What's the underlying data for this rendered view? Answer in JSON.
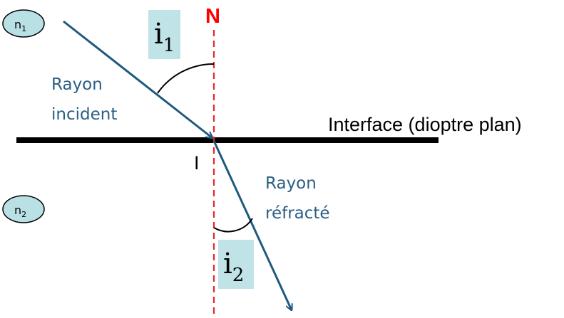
{
  "labels": {
    "normal": "N",
    "incident_ray_line1": "Rayon",
    "incident_ray_line2": "incident",
    "refracted_ray_line1": "Rayon",
    "refracted_ray_line2": "réfracté",
    "interface": "Interface (dioptre plan)",
    "point": "I",
    "angle_incidence": "i",
    "angle_incidence_sub": "1",
    "angle_refraction": "i",
    "angle_refraction_sub": "2",
    "medium1": "n",
    "medium1_sub": "1",
    "medium2": "n",
    "medium2_sub": "2"
  },
  "colors": {
    "ray": "#1f5a7e",
    "normal_line": "#e8262a",
    "normal_label": "#ff0000",
    "angle_box": "#bfe3e7",
    "medium_circle": "#b9e0e4",
    "interface": "#000000"
  }
}
